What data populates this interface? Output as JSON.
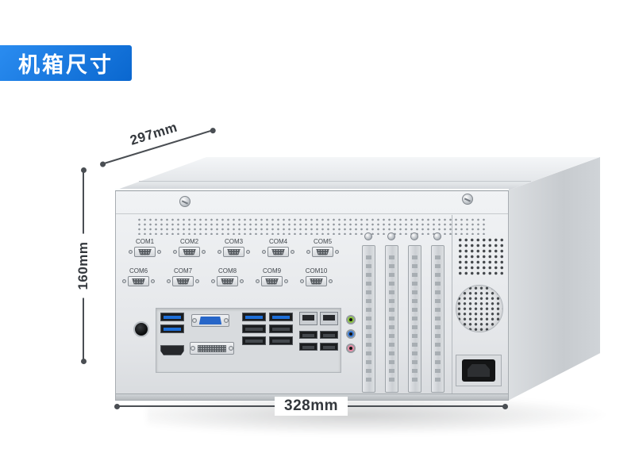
{
  "badge": {
    "label": "机箱尺寸"
  },
  "dimensions": {
    "depth": "297mm",
    "height": "160mm",
    "width": "328mm"
  },
  "rear_panel": {
    "com_ports": [
      "COM1",
      "COM2",
      "COM3",
      "COM4",
      "COM5",
      "COM6",
      "COM7",
      "COM8",
      "COM9",
      "COM10"
    ]
  },
  "colors": {
    "badge_bg_1": "#2a8cf0",
    "badge_bg_2": "#0a67cf",
    "usb_blue": "#1e6fd8",
    "vga_blue": "#2766c8",
    "audio_green": "#8cc63f",
    "audio_blue": "#3a7bd5",
    "audio_pink": "#e88ca6",
    "dim": "#4a4e53"
  }
}
